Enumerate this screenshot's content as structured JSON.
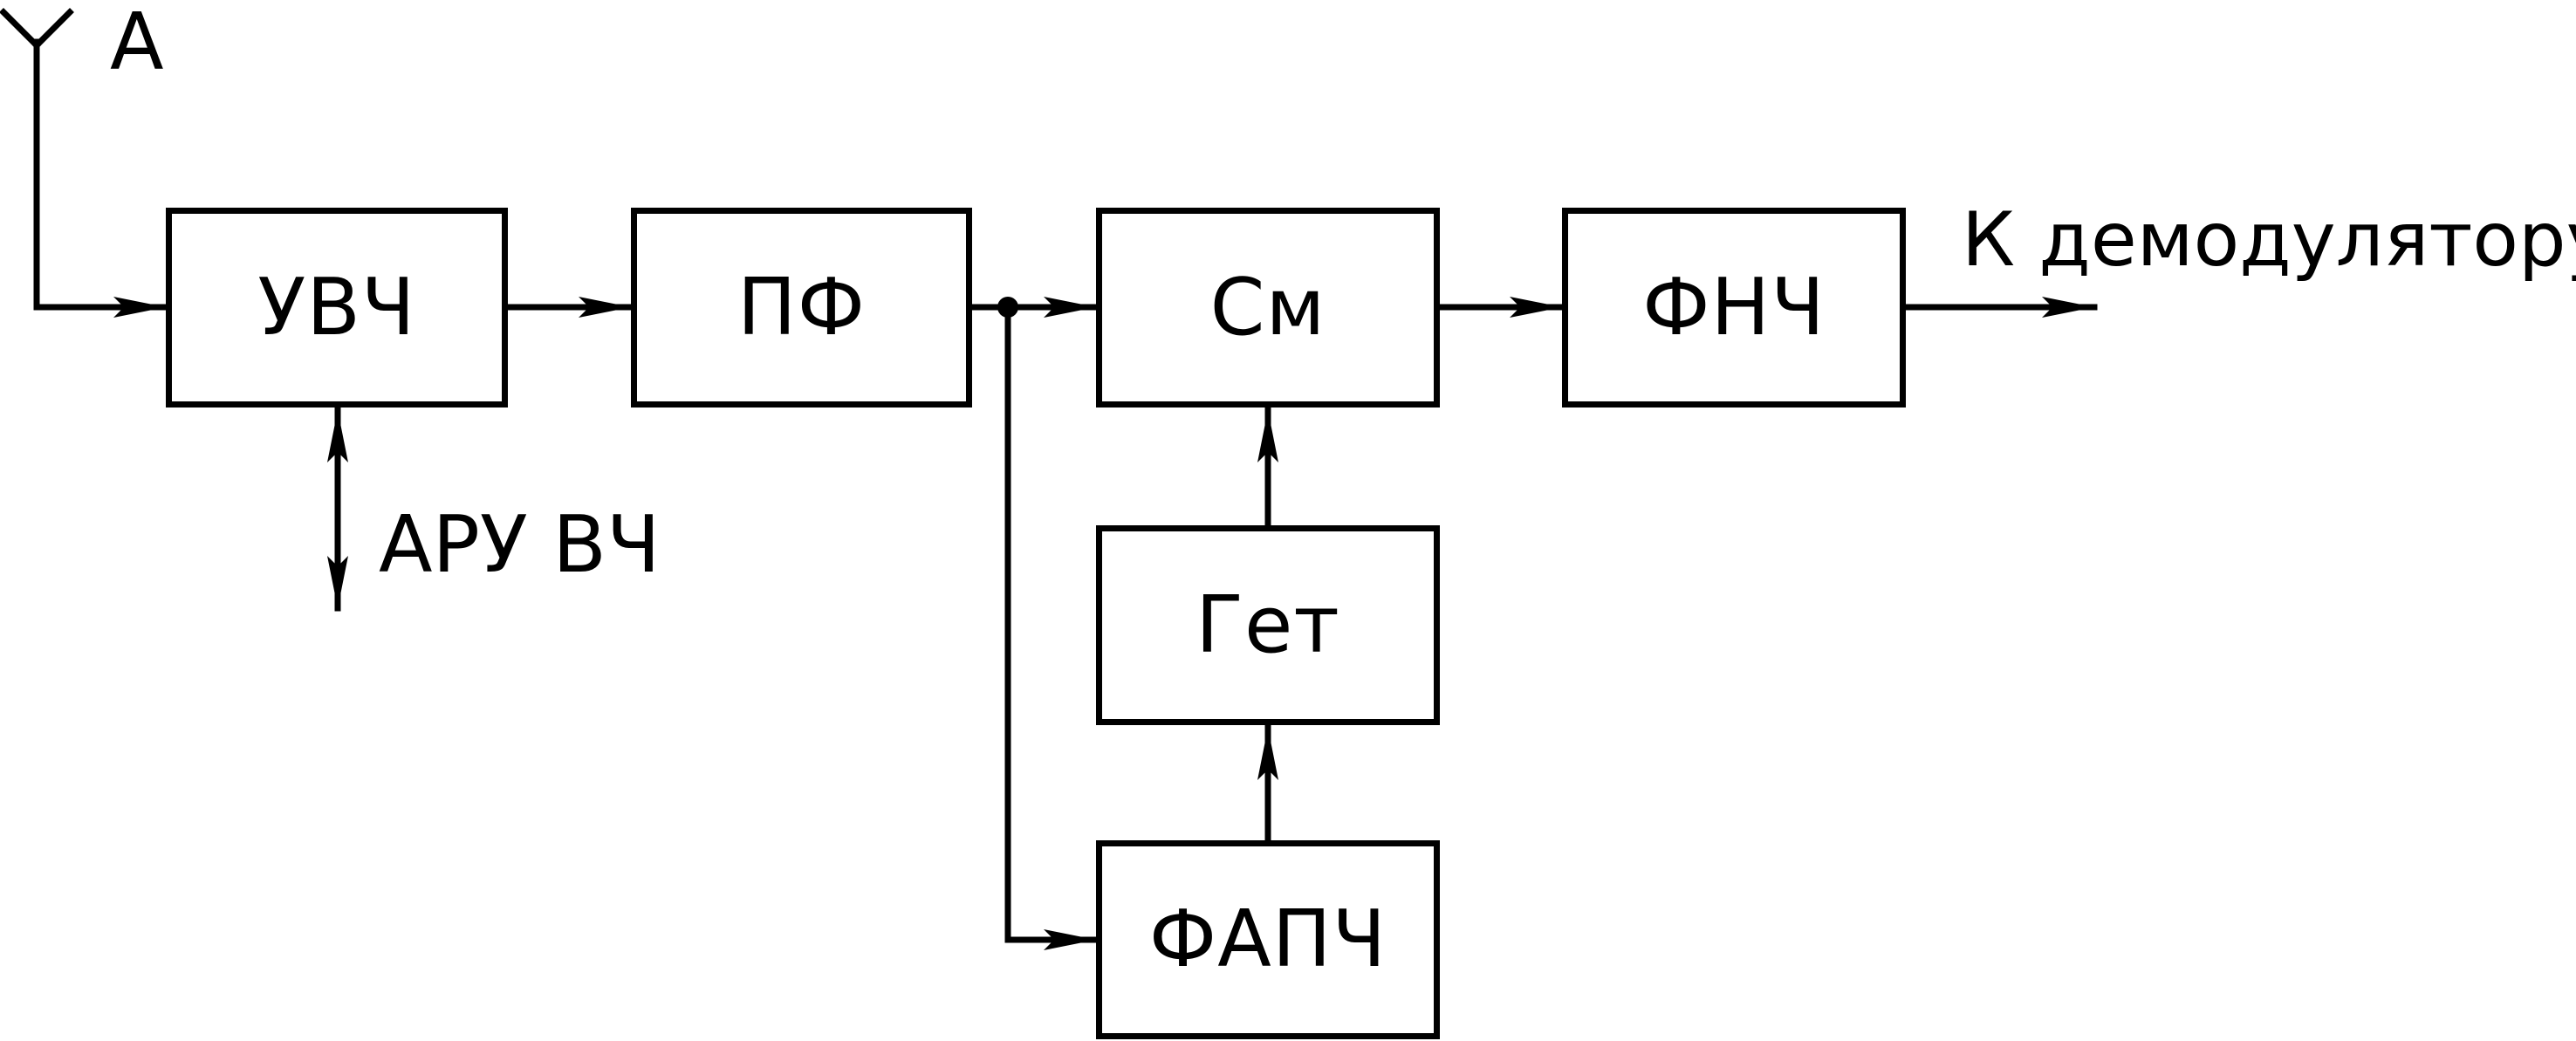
{
  "diagram": {
    "antenna_label": "А",
    "agc_label": "АРУ ВЧ",
    "output_label": "К демодулятору",
    "blocks": {
      "uvch": "УВЧ",
      "pf": "ПФ",
      "sm": "См",
      "fnch": "ФНЧ",
      "get": "Гет",
      "fapch": "ФАПЧ"
    },
    "line_color": "#000000"
  }
}
